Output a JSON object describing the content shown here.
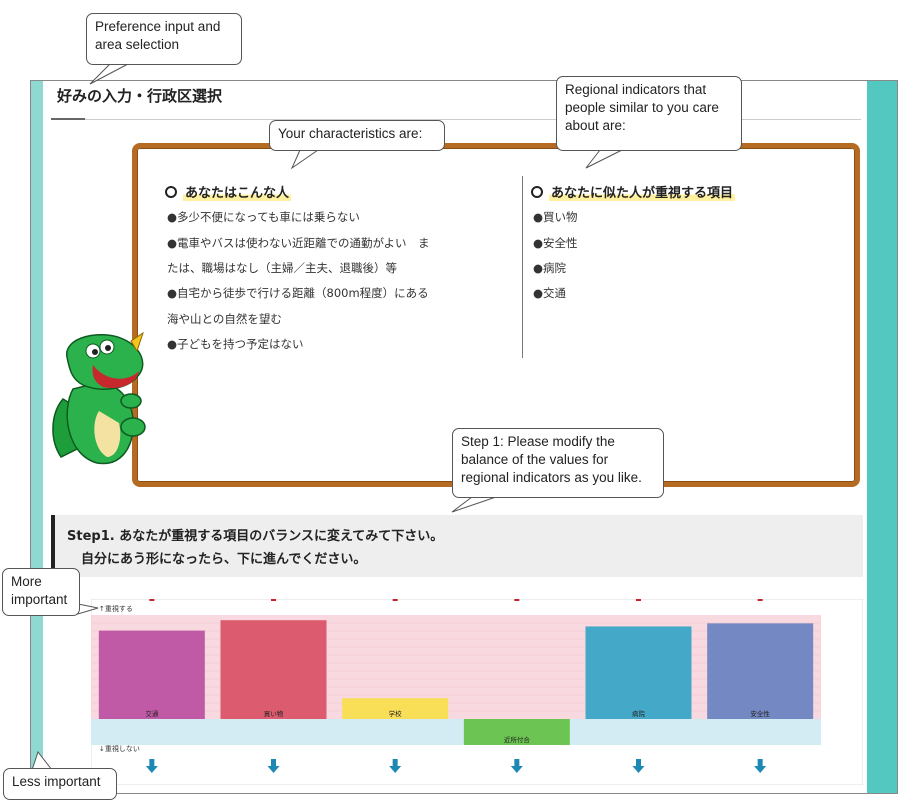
{
  "page_title": "好みの入力・行政区選択",
  "characteristics": {
    "heading": "あなたはこんな人",
    "lines": [
      "●多少不便になっても車には乗らない",
      "●電車やバスは使わない近距離での通勤がよい　ま",
      "たは、職場はなし（主婦／主夫、退職後）等",
      "●自宅から徒歩で行ける距離（800m程度）にある",
      "海や山との自然を望む",
      "●子どもを持つ予定はない"
    ]
  },
  "important": {
    "heading": "あなたに似た人が重視する項目",
    "items": [
      "●買い物",
      "●安全性",
      "●病院",
      "●交通"
    ]
  },
  "step1": {
    "line1": "Step1. あなたが重視する項目のバランスに変えてみて下さい。",
    "line2": "自分にあう形になったら、下に進んでください。"
  },
  "chart_data": {
    "type": "bar",
    "top_label": "↑重視する",
    "bottom_label": "↓重視しない",
    "categories": [
      "交通",
      "買い物",
      "学校",
      "近所付合",
      "病院",
      "安全性"
    ],
    "values": [
      0.85,
      0.95,
      0.2,
      -0.25,
      0.89,
      0.92
    ],
    "colors": [
      "#c15aa6",
      "#dc5b6e",
      "#f9de57",
      "#6cc552",
      "#44a9c9",
      "#7489c4"
    ],
    "up_arrow_color": "#c8232c",
    "down_arrow_color": "#1e88b5"
  },
  "callouts": {
    "preference": "Preference input and area selection",
    "characteristics": "Your characteristics are:",
    "regional": "Regional indicators that people similar to you care about are:",
    "step1": "Step 1: Please modify the balance of the values for regional indicators as you like.",
    "more": "More important",
    "less": "Less important"
  }
}
